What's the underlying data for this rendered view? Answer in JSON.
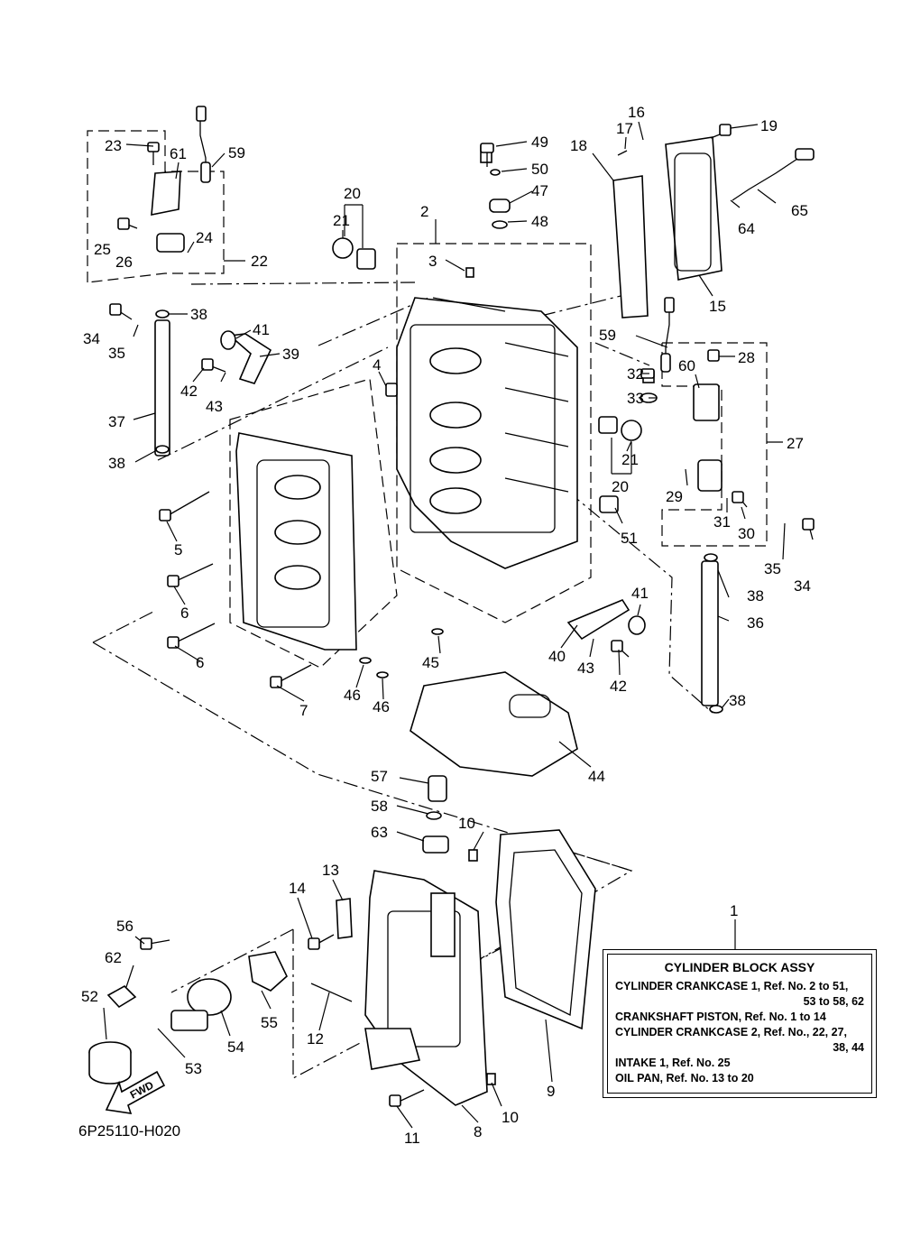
{
  "legend": {
    "number": "1",
    "title": "CYLINDER BLOCK ASSY",
    "lines": [
      {
        "text": "CYLINDER CRANKCASE 1,  Ref. No. 2 to 51,",
        "cont": "53 to 58, 62"
      },
      {
        "text": "CRANKSHAFT PISTON,  Ref. No. 1 to 14",
        "cont": ""
      },
      {
        "text": "CYLINDER CRANKCASE 2,  Ref. No., 22, 27,",
        "cont": "38, 44"
      },
      {
        "text": "INTAKE 1,  Ref. No. 25",
        "cont": ""
      },
      {
        "text": "OIL PAN,  Ref. No. 13 to 20",
        "cont": ""
      }
    ]
  },
  "figure_code": "6P25110-H020",
  "fwd_label": "FWD",
  "callouts": [
    "2",
    "3",
    "4",
    "5",
    "6",
    "6",
    "7",
    "8",
    "9",
    "10",
    "10",
    "11",
    "12",
    "13",
    "14",
    "15",
    "16",
    "17",
    "18",
    "19",
    "20",
    "20",
    "21",
    "21",
    "22",
    "23",
    "24",
    "25",
    "26",
    "27",
    "28",
    "29",
    "30",
    "31",
    "32",
    "33",
    "34",
    "34",
    "35",
    "35",
    "36",
    "37",
    "38",
    "38",
    "38",
    "38",
    "39",
    "40",
    "41",
    "41",
    "42",
    "42",
    "43",
    "43",
    "44",
    "45",
    "46",
    "46",
    "47",
    "48",
    "49",
    "50",
    "51",
    "52",
    "53",
    "54",
    "55",
    "56",
    "57",
    "58",
    "59",
    "59",
    "60",
    "61",
    "62",
    "63",
    "64",
    "65"
  ]
}
